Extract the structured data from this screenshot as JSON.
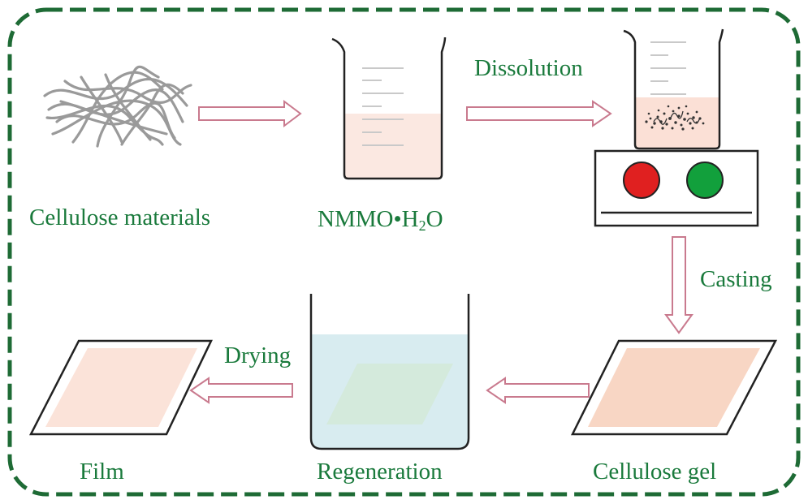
{
  "colors": {
    "border": "#1e6b35",
    "label": "#1a7a3c",
    "arrow_stroke": "#c97a8e",
    "arrow_fill": "#ffffff",
    "fiber": "#9a9a9a",
    "solution_tint": "#fbe6de",
    "gel": "#f8d6c4",
    "film": "#fbe3d9",
    "bath_water": "#d8ecf0",
    "red_knob": "#e02020",
    "green_knob": "#12a03c"
  },
  "labels": {
    "cellulose_materials": "Cellulose materials",
    "solvent": "NMMO•H",
    "solvent_sub": "2",
    "solvent_tail": "O",
    "dissolution": "Dissolution",
    "casting": "Casting",
    "cellulose_gel": "Cellulose gel",
    "drying": "Drying",
    "regeneration": "Regeneration",
    "film": "Film"
  },
  "icons": {
    "cellulose_fibers": "cellulose-fibers-icon",
    "solvent_beaker": "beaker-icon",
    "dissolution_beaker": "beaker-with-particles-icon",
    "stirrer": "hot-plate-stirrer-icon",
    "gel_plate": "glass-plate-icon",
    "regeneration_bath": "water-bath-icon",
    "film_plate": "film-plate-icon"
  }
}
